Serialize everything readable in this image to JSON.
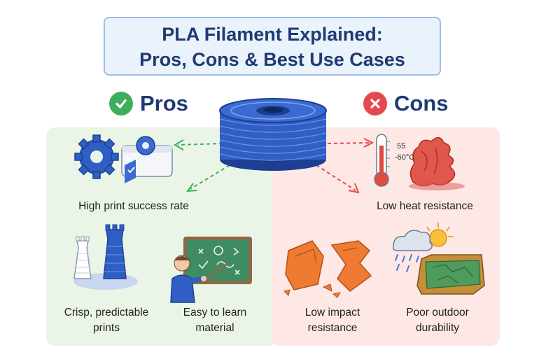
{
  "title": {
    "line1": "PLA Filament Explained:",
    "line2": "Pros, Cons & Best Use Cases"
  },
  "pros": {
    "heading": "Pros",
    "icon": "check-icon",
    "color": "#3fae5a",
    "items": [
      {
        "lines": [
          "High print success rate"
        ],
        "icon": "gears-printer-icon"
      },
      {
        "lines": [
          "Crisp, predictable",
          "prints"
        ],
        "icon": "printed-towers-icon"
      },
      {
        "lines": [
          "Easy to learn",
          "material"
        ],
        "icon": "teacher-chalkboard-icon"
      }
    ]
  },
  "cons": {
    "heading": "Cons",
    "icon": "x-icon",
    "color": "#e6494d",
    "items": [
      {
        "lines": [
          "Low heat resistance"
        ],
        "icon": "thermometer-melted-icon",
        "thermo_labels": [
          "55",
          "-60°C"
        ]
      },
      {
        "lines": [
          "Low impact",
          "resistance"
        ],
        "icon": "broken-print-icon"
      },
      {
        "lines": [
          "Poor outdoor",
          "durability"
        ],
        "icon": "weathered-print-icon"
      }
    ]
  },
  "spool": {
    "icon": "filament-spool-icon",
    "color": "#2f5fc4"
  }
}
